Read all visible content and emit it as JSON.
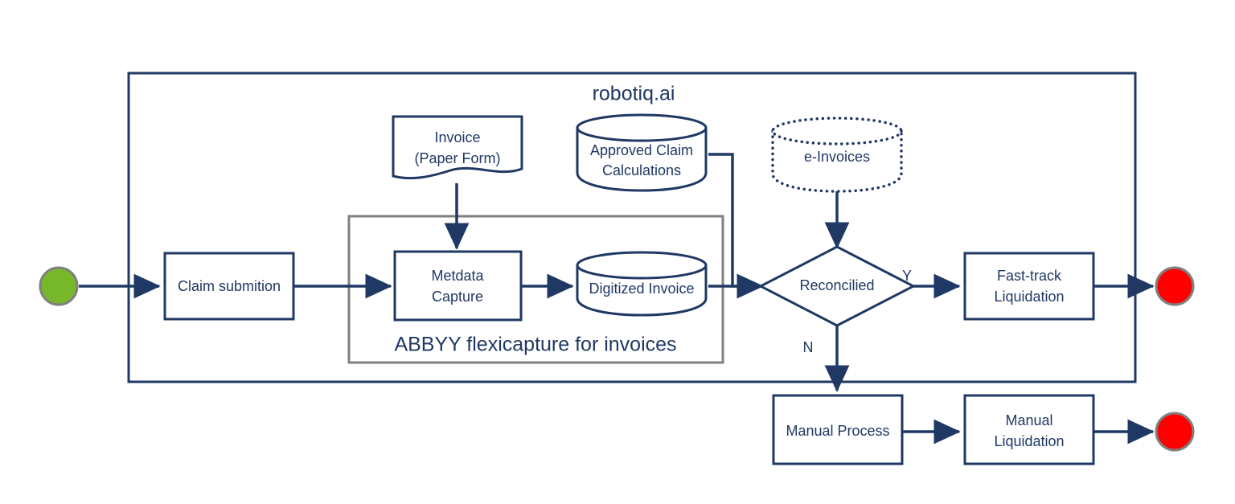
{
  "diagram": {
    "title": "robotiq.ai",
    "group_label": "ABBYY flexicapture for invoices",
    "colors": {
      "stroke_navy": "#1F3864",
      "group_gray": "#7F7F7F",
      "start_green": "#76B82A",
      "end_red": "#FF0000",
      "marker_border_gray": "#808080",
      "background": "#FFFFFF"
    },
    "nodes": {
      "start": {
        "name": "start-event",
        "shape": "circle",
        "label": ""
      },
      "claim_submition": {
        "label": "Claim submition",
        "shape": "process"
      },
      "invoice_paper": {
        "label_line1": "Invoice",
        "label_line2": "(Paper Form)",
        "shape": "document"
      },
      "approved_claim": {
        "label_line1": "Approved Claim",
        "label_line2": "Calculations",
        "shape": "cylinder"
      },
      "e_invoices": {
        "label": "e-Invoices",
        "shape": "cylinder-dotted"
      },
      "metdata_capture": {
        "label_line1": "Metdata",
        "label_line2": "Capture",
        "shape": "process"
      },
      "digitized_invoice": {
        "label": "Digitized Invoice",
        "shape": "cylinder"
      },
      "reconcilied": {
        "label": "Reconcilied",
        "shape": "decision"
      },
      "fast_track": {
        "label_line1": "Fast-track",
        "label_line2": "Liquidation",
        "shape": "process"
      },
      "manual_process": {
        "label": "Manual Process",
        "shape": "process"
      },
      "manual_liquidation": {
        "label_line1": "Manual",
        "label_line2": "Liquidation",
        "shape": "process"
      },
      "end_top": {
        "name": "end-event-fast-track",
        "shape": "circle",
        "label": ""
      },
      "end_bottom": {
        "name": "end-event-manual",
        "shape": "circle",
        "label": ""
      }
    },
    "edge_labels": {
      "yes": "Y",
      "no": "N"
    }
  }
}
